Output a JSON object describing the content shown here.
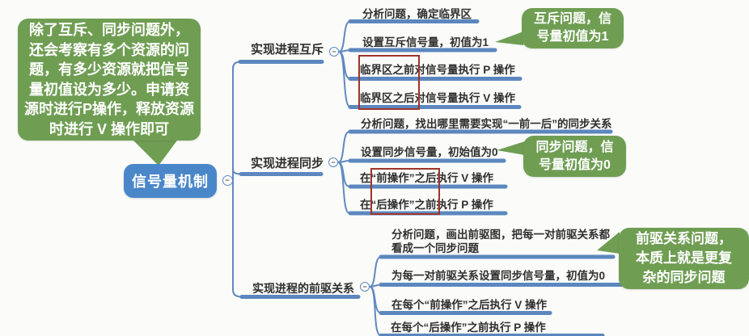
{
  "colors": {
    "callout_green": "#6f9e53",
    "root_node_blue": "#4a87c9",
    "underline_bar_blue": "#5c87be",
    "connector_blue": "#6189c0",
    "label_text": "#2f2f2f",
    "highlight_red": "#9c352c"
  },
  "root": {
    "label": "信号量机制",
    "collapse_glyph": "−"
  },
  "branches": [
    {
      "label": "实现进程互斥",
      "children": [
        "分析问题，确定临界区",
        "设置互斥信号量，初值为1",
        "临界区之前对信号量执行 P 操作",
        "临界区之后对信号量执行 V 操作"
      ]
    },
    {
      "label": "实现进程同步",
      "children": [
        "分析问题，找出哪里需要实现“一前一后”的同步关系",
        "设置同步信号量，初始值为0",
        "在“前操作”之后执行 V 操作",
        "在“后操作”之前执行 P 操作"
      ]
    },
    {
      "label": "实现进程的前驱关系",
      "children": [
        [
          "分析问题，画出前驱图，把每一对前驱关系都",
          "看成一个同步问题"
        ],
        "为每一对前驱关系设置同步信号量，初值为0",
        "在每个“前操作”之后执行 V 操作",
        "在每个“后操作”之前执行 P 操作"
      ]
    }
  ],
  "callouts": {
    "left": {
      "lines": [
        "除了互斥、同步问题外，",
        "还会考察有多个资源的问",
        "题，有多少资源就把信号",
        "量初值设为多少。申请资",
        "源时进行P操作，释放资源",
        "时进行 V 操作即可"
      ]
    },
    "mutex": {
      "lines": [
        "互斥问题，信",
        "号量初值为1"
      ]
    },
    "sync": {
      "lines": [
        "同步问题，信",
        "号量初值为0"
      ]
    },
    "precedence": {
      "lines": [
        "前驱关系问题，",
        "本质上就是更复",
        "杂的同步问题"
      ]
    }
  }
}
